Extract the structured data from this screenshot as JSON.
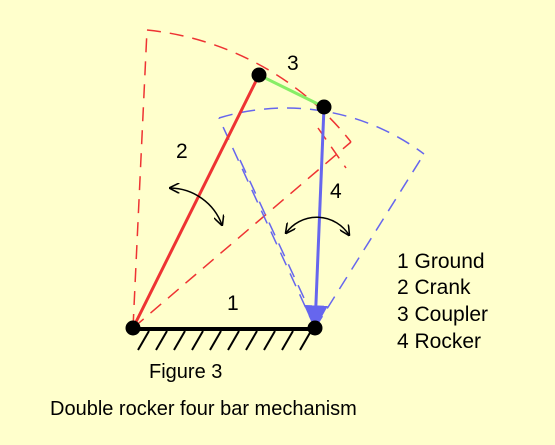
{
  "links": {
    "ground": "1",
    "crank": "2",
    "coupler": "3",
    "rocker": "4"
  },
  "legend": [
    "1 Ground",
    "2 Crank",
    "3 Coupler",
    "4 Rocker"
  ],
  "figure_label": "Figure 3",
  "caption": "Double rocker four bar mechanism",
  "colors": {
    "background": "#ffffcc",
    "crank": "#ee3333",
    "rocker": "#6666ee",
    "coupler": "#88ee66",
    "ground": "#000000",
    "joint": "#000000"
  }
}
